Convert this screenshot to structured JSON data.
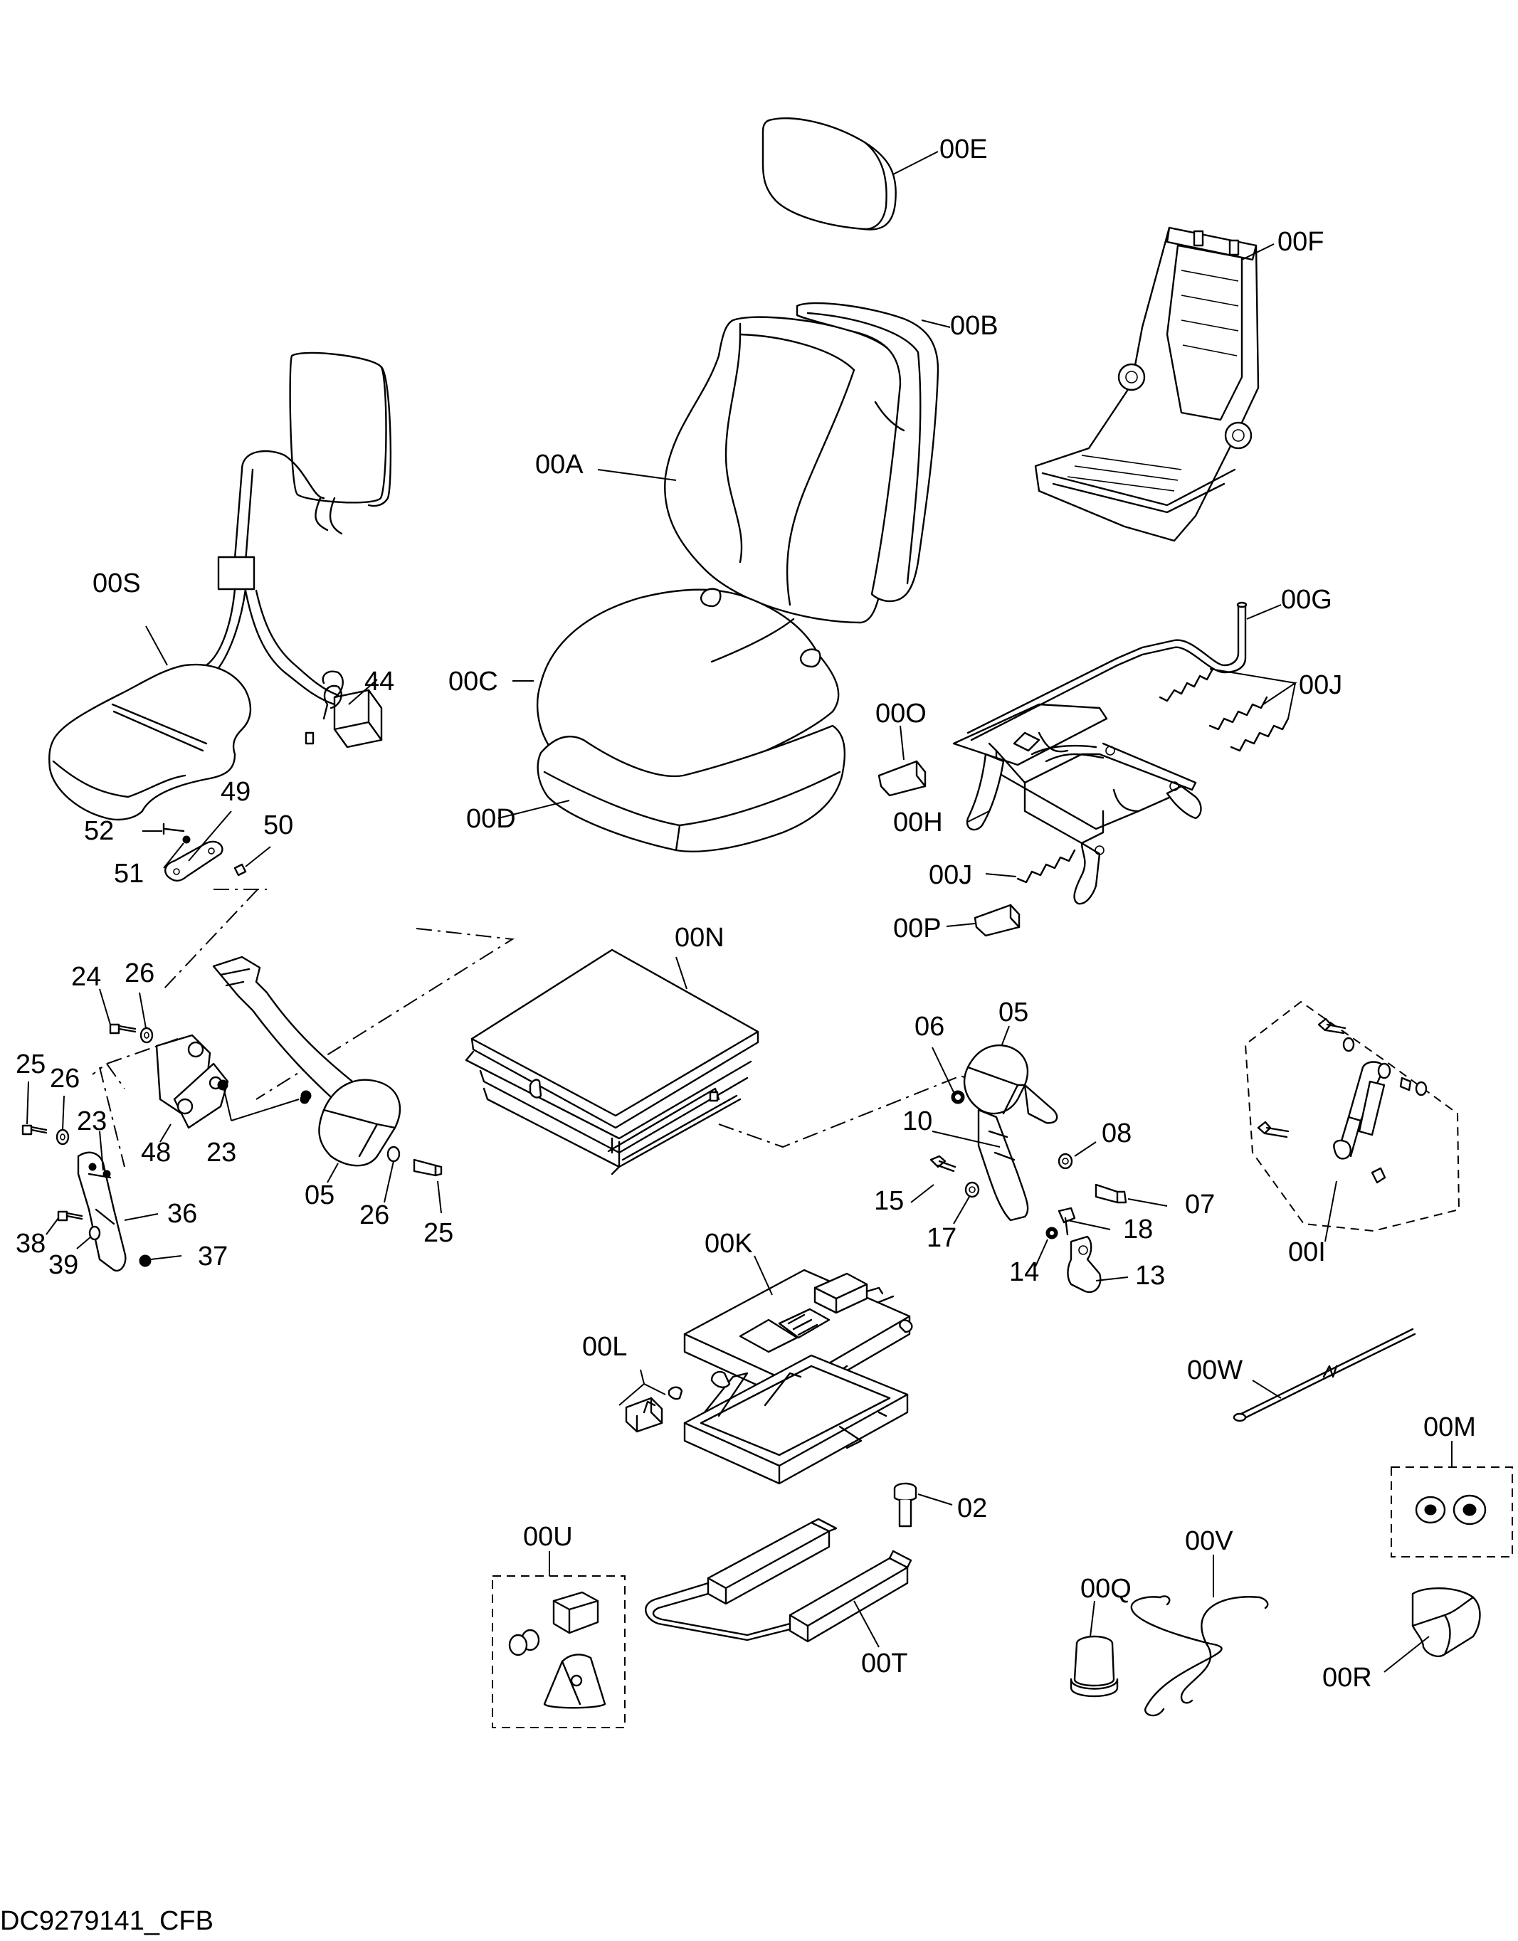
{
  "document_id": "DC9279141_CFB",
  "callouts": {
    "c00E": "00E",
    "c00F": "00F",
    "c00B": "00B",
    "c00A": "00A",
    "c00S": "00S",
    "c00C": "00C",
    "c00G": "00G",
    "c00J_top": "00J",
    "c44": "44",
    "c00O": "00O",
    "c00D": "00D",
    "c00H": "00H",
    "c49": "49",
    "c52": "52",
    "c50": "50",
    "c51": "51",
    "c00J_mid": "00J",
    "c00P": "00P",
    "c00N": "00N",
    "c24": "24",
    "c26_a": "26",
    "c05_right": "05",
    "c06": "06",
    "c25_a": "25",
    "c26_b": "26",
    "c23_a": "23",
    "c48": "48",
    "c23_b": "23",
    "c10": "10",
    "c08": "08",
    "c05_left": "05",
    "c26_c": "26",
    "c25_b": "25",
    "c15": "15",
    "c07": "07",
    "c36": "36",
    "c38": "38",
    "c39": "39",
    "c37": "37",
    "c17": "17",
    "c18": "18",
    "c14": "14",
    "c13": "13",
    "c00I": "00I",
    "c00K": "00K",
    "c00L": "00L",
    "c00W": "00W",
    "c00M": "00M",
    "c02": "02",
    "c00U": "00U",
    "c00V": "00V",
    "c00Q": "00Q",
    "c00T": "00T",
    "c00R": "00R"
  }
}
